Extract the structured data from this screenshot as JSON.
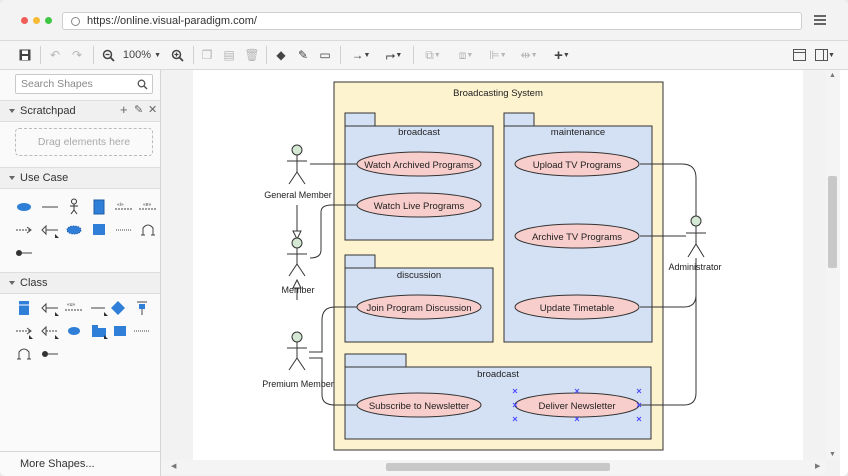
{
  "browser": {
    "url": "https://online.visual-paradigm.com/",
    "dot_colors": [
      "#f05d56",
      "#f6bb35",
      "#3ec644"
    ]
  },
  "toolbar": {
    "zoom_level": "100%",
    "icons": [
      "save-icon",
      "undo-icon",
      "redo-icon",
      "zoom-out-icon",
      "zoom-in-icon",
      "copy-icon",
      "paste-icon",
      "delete-icon",
      "fill-color-icon",
      "line-color-icon",
      "shadow-icon",
      "connector-icon",
      "waypoint-icon",
      "to-front-icon",
      "to-back-icon",
      "align-icon",
      "distribute-icon",
      "insert-icon",
      "format-panel-icon",
      "outline-panel-icon"
    ]
  },
  "sidebar": {
    "search_placeholder": "Search Shapes",
    "scratchpad_label": "Scratchpad",
    "scratchpad_hint": "Drag elements here",
    "use_case_label": "Use Case",
    "class_label": "Class",
    "more_shapes_label": "More Shapes..."
  },
  "diagram": {
    "system_title": "Broadcasting System",
    "packages": {
      "broadcast_top": "broadcast",
      "maintenance": "maintenance",
      "discussion": "discussion",
      "broadcast_bottom": "broadcast"
    },
    "use_cases": {
      "watch_archived": "Watch Archived Programs",
      "watch_live": "Watch Live Programs",
      "upload_tv": "Upload TV Programs",
      "archive_tv": "Archive TV Programs",
      "join_discussion": "Join Program Discussion",
      "update_timetable": "Update Timetable",
      "subscribe_newsletter": "Subscribe to Newsletter",
      "deliver_newsletter": "Deliver Newsletter"
    },
    "actors": {
      "general_member": "General Member",
      "member": "Member",
      "premium_member": "Premium Member",
      "administrator": "Administrator"
    },
    "colors": {
      "system_fill": "#fdf3cf",
      "package_fill": "#d4e1f5",
      "usecase_fill": "#f8cecc",
      "actor_head": "#d5e8d4",
      "selection": "#4a4aff"
    }
  }
}
